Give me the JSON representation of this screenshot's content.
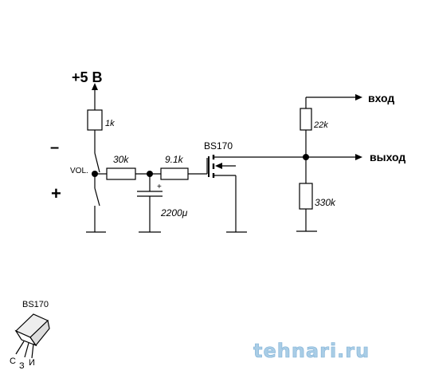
{
  "labels": {
    "supply": "+5 В",
    "r_1k": "1k",
    "vol": "VOL.",
    "minus": "–",
    "plus": "+",
    "r_30k": "30k",
    "r_9k1": "9.1k",
    "transistor": "BS170",
    "cap_plus": "+",
    "cap": "2200μ",
    "r_22k": "22k",
    "r_330k": "330k",
    "input": "вход",
    "output": "выход"
  },
  "pinout": {
    "title": "BS170",
    "pin_c": "С",
    "pin_z": "З",
    "pin_i": "И"
  },
  "watermark": "tehnari.ru"
}
